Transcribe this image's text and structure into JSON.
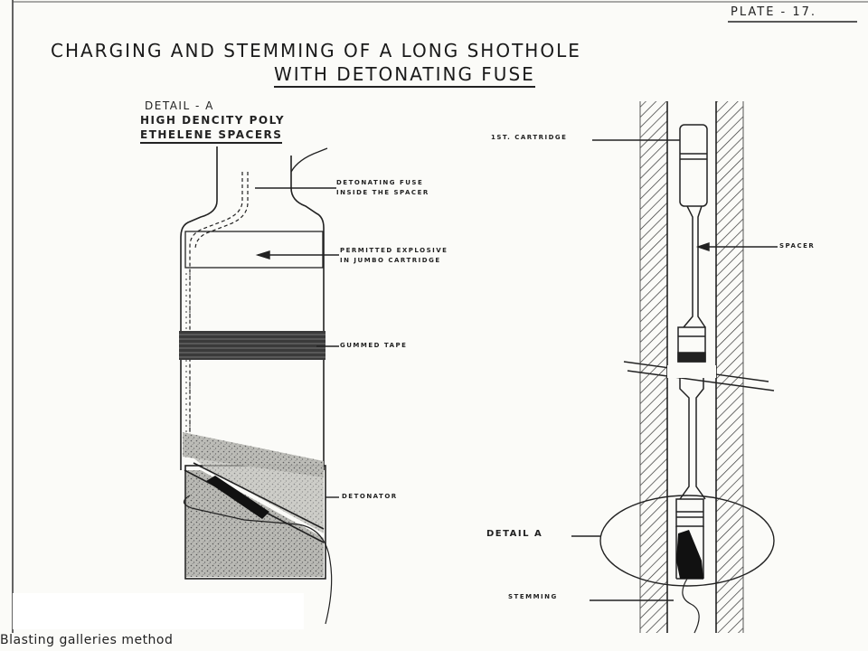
{
  "plate": "PLATE - 17.",
  "title": {
    "line1": "CHARGING AND STEMMING OF A LONG SHOTHOLE",
    "line2": "WITH DETONATING FUSE"
  },
  "detail_a": {
    "heading": "DETAIL - A",
    "line2": "HIGH DENCITY POLY",
    "line3": "ETHELENE SPACERS"
  },
  "labels": {
    "detonating_fuse_1": "DETONATING FUSE",
    "detonating_fuse_2": "INSIDE THE SPACER",
    "permitted_1": "PERMITTED EXPLOSIVE",
    "permitted_2": "IN JUMBO CARTRIDGE",
    "gummed_tape": "GUMMED TAPE",
    "detonator": "DETONATOR",
    "first_cartridge": "1ST. CARTRIDGE",
    "spacer": "SPACER",
    "detail_a_ref": "DETAIL A",
    "stemming": "STEMMING"
  },
  "caption": "Blasting galleries method"
}
